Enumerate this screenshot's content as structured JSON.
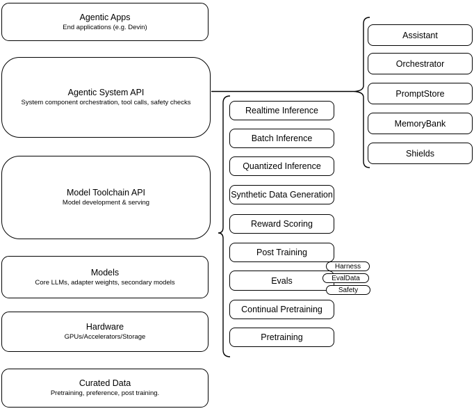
{
  "canvas": {
    "background": "#ffffff",
    "stroke_color": "#000000",
    "fill_color": "#ffffff",
    "text_color": "#000000"
  },
  "layers": [
    {
      "title": "Agentic Apps",
      "subtitle": "End applications (e.g. Devin)"
    },
    {
      "title": "Agentic System API",
      "subtitle": "System component orchestration, tool calls, safety checks"
    },
    {
      "title": "Model Toolchain API",
      "subtitle": "Model development & serving"
    },
    {
      "title": "Models",
      "subtitle": "Core LLMs, adapter weights, secondary models"
    },
    {
      "title": "Hardware",
      "subtitle": "GPUs/Accelerators/Storage"
    },
    {
      "title": "Curated Data",
      "subtitle": "Pretraining, preference, post training."
    }
  ],
  "toolchain_components": [
    "Realtime Inference",
    "Batch Inference",
    "Quantized Inference",
    "Synthetic Data Generation",
    "Reward Scoring",
    "Post Training",
    "Evals",
    "Continual Pretraining",
    "Pretraining"
  ],
  "evals_tags": [
    "Harness",
    "EvalData",
    "Safety"
  ],
  "system_components": [
    "Assistant",
    "Orchestrator",
    "PromptStore",
    "MemoryBank",
    "Shields"
  ]
}
